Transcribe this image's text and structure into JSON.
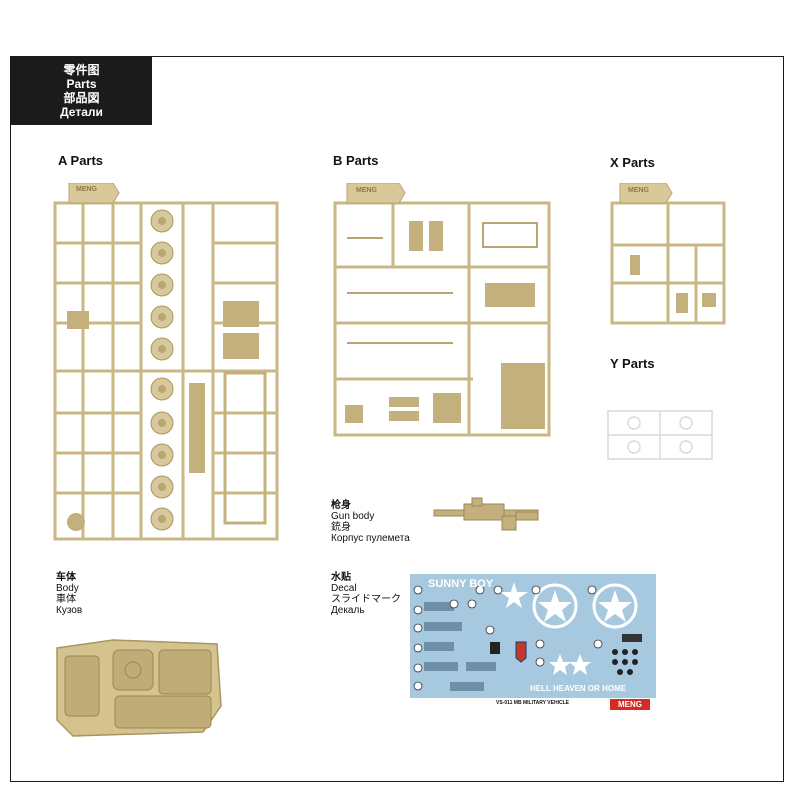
{
  "header": {
    "line_zh": "零件图",
    "line_en": "Parts",
    "line_ja": "部品図",
    "line_ru": "Детали"
  },
  "sections": {
    "a": "A  Parts",
    "b": "B  Parts",
    "x": "X  Parts",
    "y": "Y  Parts"
  },
  "runner_tags": {
    "a": "MENG",
    "b": "MENG",
    "x": "MENG"
  },
  "gun_body": {
    "zh": "枪身",
    "en": "Gun body",
    "ja": "銃身",
    "ru": "Корпус пулемета"
  },
  "body": {
    "zh": "车体",
    "en": "Body",
    "ja": "車体",
    "ru": "Кузов"
  },
  "decal": {
    "zh": "水贴",
    "en": "Decal",
    "ja": "スライドマーク",
    "ru": "Декаль",
    "sheet": {
      "sunny_boy": "SUNNY BOY",
      "hell_heaven": "HELL HEAVEN OR HOME",
      "product_name": "VS-011 MB MILITARY VEHICLE",
      "brand": "MENG"
    }
  },
  "colors": {
    "sprue": "#d9c99a",
    "sprue_dark": "#b8a572",
    "decal_bg": "#a7c9e0",
    "header_bg": "#1b1b1b",
    "brand_red": "#d62a24"
  }
}
